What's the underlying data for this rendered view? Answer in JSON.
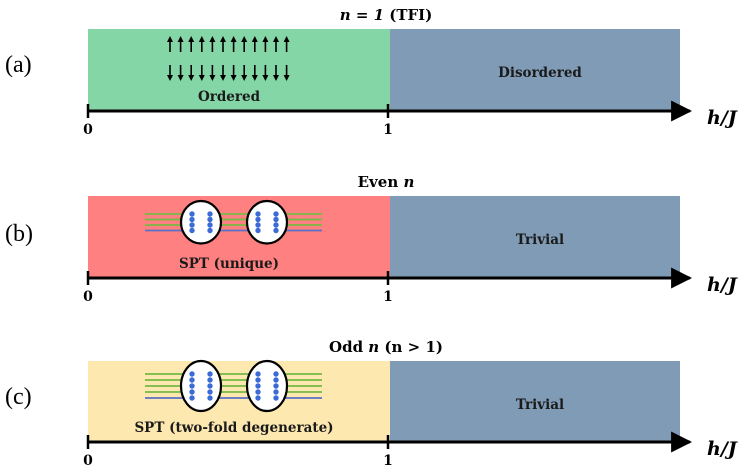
{
  "panels": [
    {
      "label": "(a)",
      "title": {
        "main": "n = 1",
        "suffix": " (TFI)"
      },
      "left_region": {
        "label": "Ordered",
        "color": "#84d6a6"
      },
      "right_region": {
        "label": "Disordered",
        "color": "#7f9bb5"
      },
      "ticks": [
        "0",
        "1"
      ],
      "axis_label": "h/J",
      "illustration": "spin-arrows"
    },
    {
      "label": "(b)",
      "title": {
        "main": "Even",
        "var": "n"
      },
      "left_region": {
        "label": "SPT (unique)",
        "color": "#fe8080"
      },
      "right_region": {
        "label": "Trivial",
        "color": "#7f9bb5"
      },
      "ticks": [
        "0",
        "1"
      ],
      "axis_label": "h/J",
      "illustration": "chain-even"
    },
    {
      "label": "(c)",
      "title": {
        "main": "Odd",
        "var": "n",
        "suffix": " (n > 1)"
      },
      "left_region": {
        "label": "SPT (two-fold degenerate)",
        "color": "#fde8b0"
      },
      "right_region": {
        "label": "Trivial",
        "color": "#7f9bb5"
      },
      "ticks": [
        "0",
        "1"
      ],
      "axis_label": "h/J",
      "illustration": "chain-odd"
    }
  ],
  "colors": {
    "axis": "#000000",
    "chain_green": "#76b947",
    "chain_blue": "#5b6fc4",
    "dot": "#3b6bd6",
    "arrow": "#000000"
  }
}
